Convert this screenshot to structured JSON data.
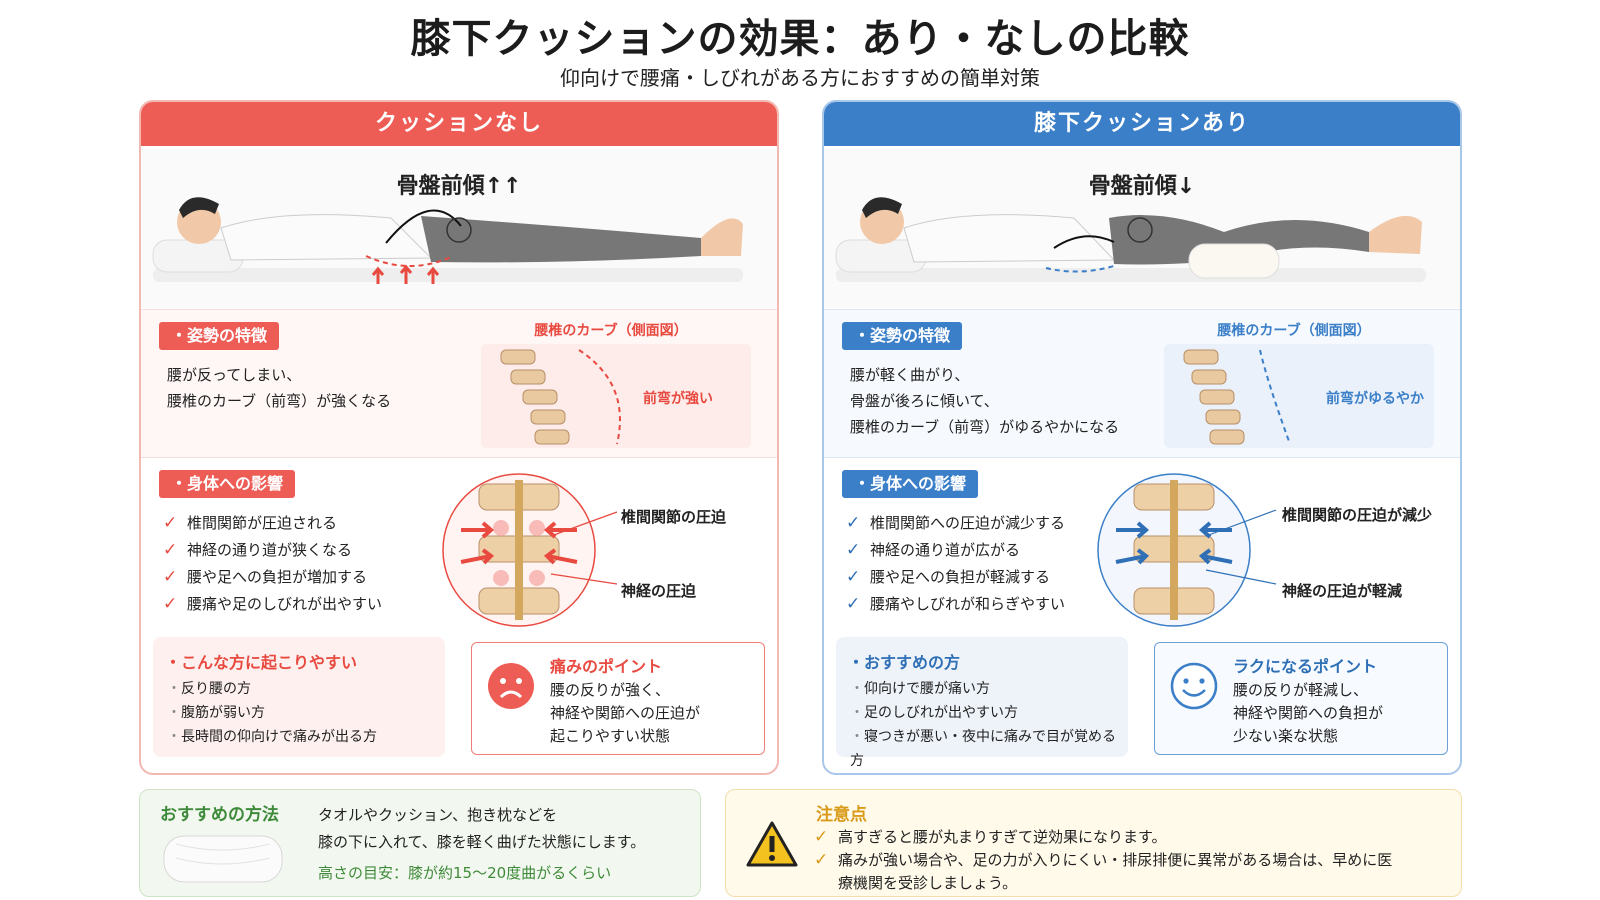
{
  "title": "膝下クッションの効果：あり・なしの比較",
  "subtitle": "仰向けで腰痛・しびれがある方におすすめの簡単対策",
  "left": {
    "header": "クッションなし",
    "pelvis": "骨盤前傾↑↑",
    "posture_chip": "・姿勢の特徴",
    "posture_lines": [
      "腰が反ってしまい、",
      "腰椎のカーブ（前弯）が強くなる"
    ],
    "curve_title": "腰椎のカーブ（側面図）",
    "curve_text": "前弯が強い",
    "effect_chip": "・身体への影響",
    "effects": [
      "椎間関節が圧迫される",
      "神経の通り道が狭くなる",
      "腰や足への負担が増加する",
      "腰痛や足のしびれが出やすい"
    ],
    "callout1": "椎間関節の圧迫",
    "callout2": "神経の圧迫",
    "who_title": "・こんな方に起こりやすい",
    "who_items": [
      "反り腰の方",
      "腹筋が弱い方",
      "長時間の仰向けで痛みが出る方"
    ],
    "point_title": "痛みのポイント",
    "point_lines": [
      "腰の反りが強く、",
      "神経や関節への圧迫が",
      "起こりやすい状態"
    ]
  },
  "right": {
    "header": "膝下クッションあり",
    "pelvis": "骨盤前傾↓",
    "posture_chip": "・姿勢の特徴",
    "posture_lines": [
      "腰が軽く曲がり、",
      "骨盤が後ろに傾いて、",
      "腰椎のカーブ（前弯）がゆるやかになる"
    ],
    "curve_title": "腰椎のカーブ（側面図）",
    "curve_text": "前弯がゆるやか",
    "effect_chip": "・身体への影響",
    "effects": [
      "椎間関節への圧迫が減少する",
      "神経の通り道が広がる",
      "腰や足への負担が軽減する",
      "腰痛やしびれが和らぎやすい"
    ],
    "callout1": "椎間関節の圧迫が減少",
    "callout2": "神経の圧迫が軽減",
    "who_title": "・おすすめの方",
    "who_items": [
      "仰向けで腰が痛い方",
      "足のしびれが出やすい方",
      "寝つきが悪い・夜中に痛みで目が覚める方"
    ],
    "point_title": "ラクになるポイント",
    "point_lines": [
      "腰の反りが軽減し、",
      "神経や関節への負担が",
      "少ない楽な状態"
    ]
  },
  "method": {
    "title": "おすすめの方法",
    "lines": [
      "タオルやクッション、抱き枕などを",
      "膝の下に入れて、膝を軽く曲げた状態にします。"
    ],
    "hint": "高さの目安：膝が約15〜20度曲がるくらい"
  },
  "caution": {
    "title": "注意点",
    "items": [
      "高すぎると腰が丸まりすぎて逆効果になります。",
      "痛みが強い場合や、足の力が入りにくい・排尿排便に異常がある場合は、早めに医療機関を受診しましょう。"
    ]
  },
  "icons": {
    "check": "check-icon",
    "sad": "sad-face-icon",
    "smile": "smile-face-icon",
    "warning": "warning-icon"
  },
  "colors": {
    "red": "#ee5d55",
    "blue": "#3b7fc8",
    "green": "#3f8a3a",
    "yellow": "#d99a1a"
  }
}
